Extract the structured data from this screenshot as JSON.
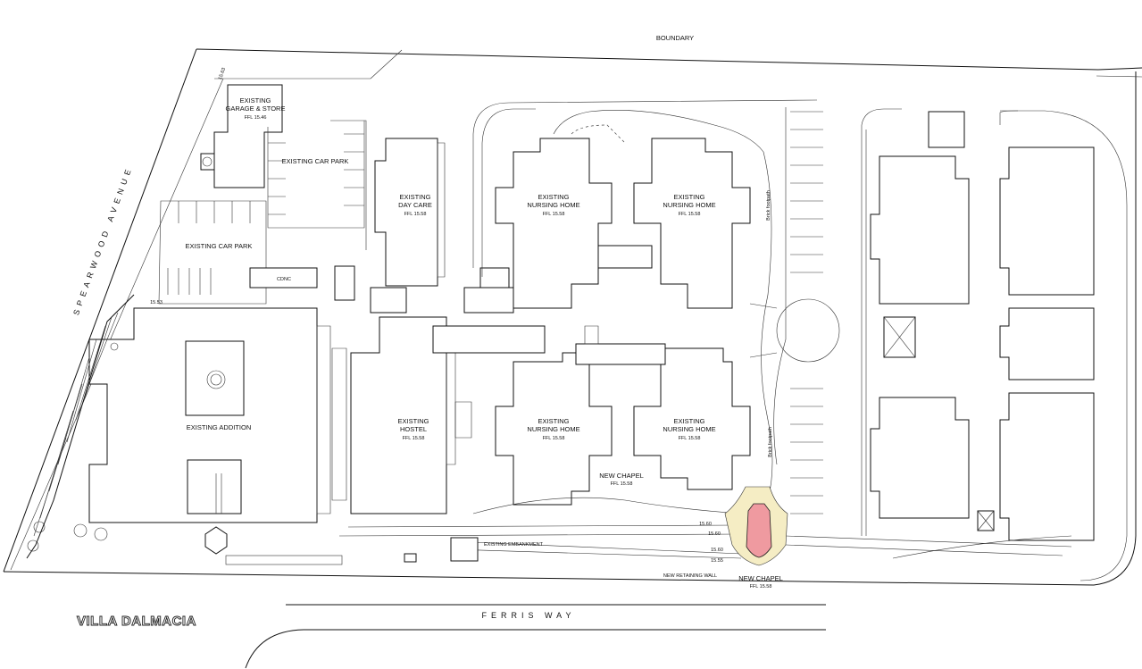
{
  "title": "VILLA DALMACIA",
  "labels": {
    "boundary": "BOUNDARY",
    "street_west": "SPEARWOOD AVENUE",
    "street_south": "FERRIS WAY",
    "garage": [
      "EXISTING",
      "GARAGE & STORE",
      "FFL 15.46"
    ],
    "car_park_top": "EXISTING CAR PARK",
    "car_park_left": "EXISTING CAR PARK",
    "cdnc": "CDNC",
    "rl_1553": "15.53",
    "rl_1563": "15.63",
    "day_care": [
      "EXISTING",
      "DAY CARE",
      "FFL 15.58"
    ],
    "nursing_nw": [
      "EXISTING",
      "NURSING HOME",
      "FFL 15.58"
    ],
    "nursing_ne": [
      "EXISTING",
      "NURSING HOME",
      "FFL 15.58"
    ],
    "nursing_sw": [
      "EXISTING",
      "NURSING HOME",
      "FFL 15.58"
    ],
    "nursing_se": [
      "EXISTING",
      "NURSING HOME",
      "FFL 15.58"
    ],
    "addition": "EXISTING ADDITION",
    "hostel": [
      "EXISTING",
      "HOSTEL",
      "FFL 15.58"
    ],
    "new_chapel_top": [
      "NEW CHAPEL",
      "FFL 15.58"
    ],
    "new_chapel_bottom": [
      "NEW CHAPEL",
      "FFL 15.58"
    ],
    "embankment": "EXISTING EMBANKMENT",
    "retaining_wall": "NEW RETAINING WALL",
    "footpath_1": "Brick footpath",
    "footpath_2": "Brick footpath",
    "rl_a": "15.60",
    "rl_b": "15.60",
    "rl_c": "15.60",
    "rl_d": "15.55"
  },
  "colors": {
    "linework": "#111111",
    "chapel_forecourt": "#f5edc4",
    "chapel_building": "#ef9aa0"
  }
}
